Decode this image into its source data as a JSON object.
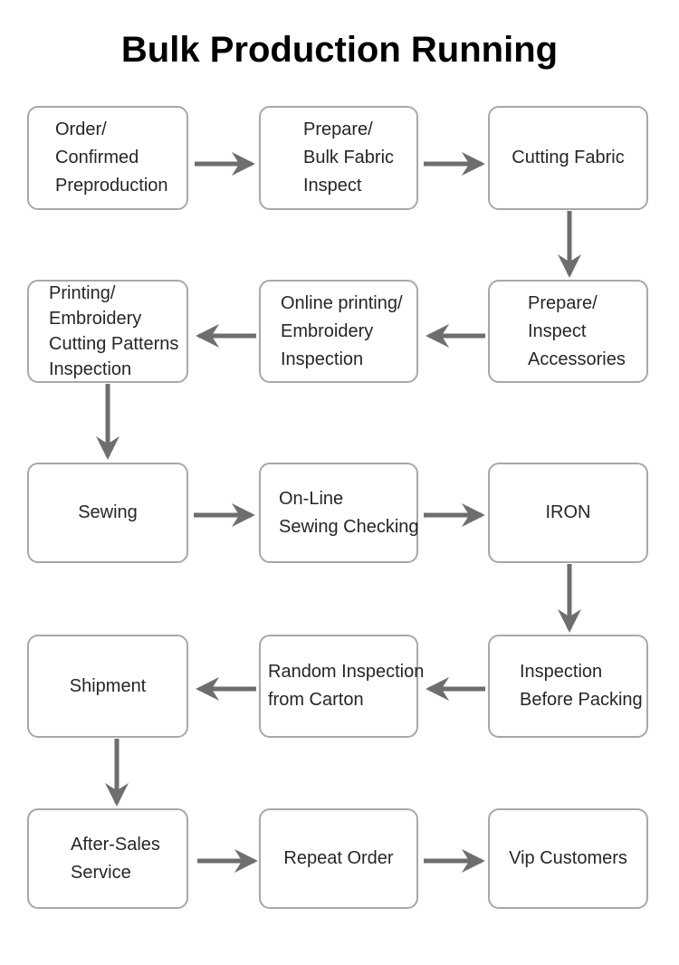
{
  "title": "Bulk Production Running",
  "nodes": [
    {
      "id": "order-confirmed-preproduction",
      "lines": [
        "Order/",
        "Confirmed",
        "Preproduction"
      ]
    },
    {
      "id": "prepare-bulk-fabric-inspect",
      "lines": [
        "Prepare/",
        "Bulk Fabric",
        "Inspect"
      ]
    },
    {
      "id": "cutting-fabric",
      "lines": [
        "Cutting Fabric"
      ]
    },
    {
      "id": "prepare-inspect-accessories",
      "lines": [
        "Prepare/",
        "Inspect",
        "Accessories"
      ]
    },
    {
      "id": "online-printing-embroidery-inspection",
      "lines": [
        "Online printing/",
        "Embroidery",
        "Inspection"
      ]
    },
    {
      "id": "printing-embroidery-cutting-patterns-inspection",
      "lines": [
        "Printing/",
        "Embroidery",
        "Cutting Patterns",
        "Inspection"
      ]
    },
    {
      "id": "sewing",
      "lines": [
        "Sewing"
      ]
    },
    {
      "id": "on-line-sewing-checking",
      "lines": [
        "On-Line",
        "Sewing Checking"
      ]
    },
    {
      "id": "iron",
      "lines": [
        "IRON"
      ]
    },
    {
      "id": "inspection-before-packing",
      "lines": [
        "Inspection",
        "Before Packing"
      ]
    },
    {
      "id": "random-inspection-from-carton",
      "lines": [
        "Random Inspection",
        "from Carton"
      ]
    },
    {
      "id": "shipment",
      "lines": [
        "Shipment"
      ]
    },
    {
      "id": "after-sales-service",
      "lines": [
        "After-Sales",
        "Service"
      ]
    },
    {
      "id": "repeat-order",
      "lines": [
        "Repeat Order"
      ]
    },
    {
      "id": "vip-customers",
      "lines": [
        "Vip Customers"
      ]
    }
  ],
  "arrows": [
    {
      "from": "order-confirmed-preproduction",
      "to": "prepare-bulk-fabric-inspect"
    },
    {
      "from": "prepare-bulk-fabric-inspect",
      "to": "cutting-fabric"
    },
    {
      "from": "cutting-fabric",
      "to": "prepare-inspect-accessories"
    },
    {
      "from": "prepare-inspect-accessories",
      "to": "online-printing-embroidery-inspection"
    },
    {
      "from": "online-printing-embroidery-inspection",
      "to": "printing-embroidery-cutting-patterns-inspection"
    },
    {
      "from": "printing-embroidery-cutting-patterns-inspection",
      "to": "sewing"
    },
    {
      "from": "sewing",
      "to": "on-line-sewing-checking"
    },
    {
      "from": "on-line-sewing-checking",
      "to": "iron"
    },
    {
      "from": "iron",
      "to": "inspection-before-packing"
    },
    {
      "from": "inspection-before-packing",
      "to": "random-inspection-from-carton"
    },
    {
      "from": "random-inspection-from-carton",
      "to": "shipment"
    },
    {
      "from": "shipment",
      "to": "after-sales-service"
    },
    {
      "from": "after-sales-service",
      "to": "repeat-order"
    },
    {
      "from": "repeat-order",
      "to": "vip-customers"
    }
  ],
  "colors": {
    "background": "#ffffff",
    "title": "#000000",
    "text": "#262626",
    "box_border": "#a8a8a8",
    "arrow": "#6e6e6e"
  }
}
